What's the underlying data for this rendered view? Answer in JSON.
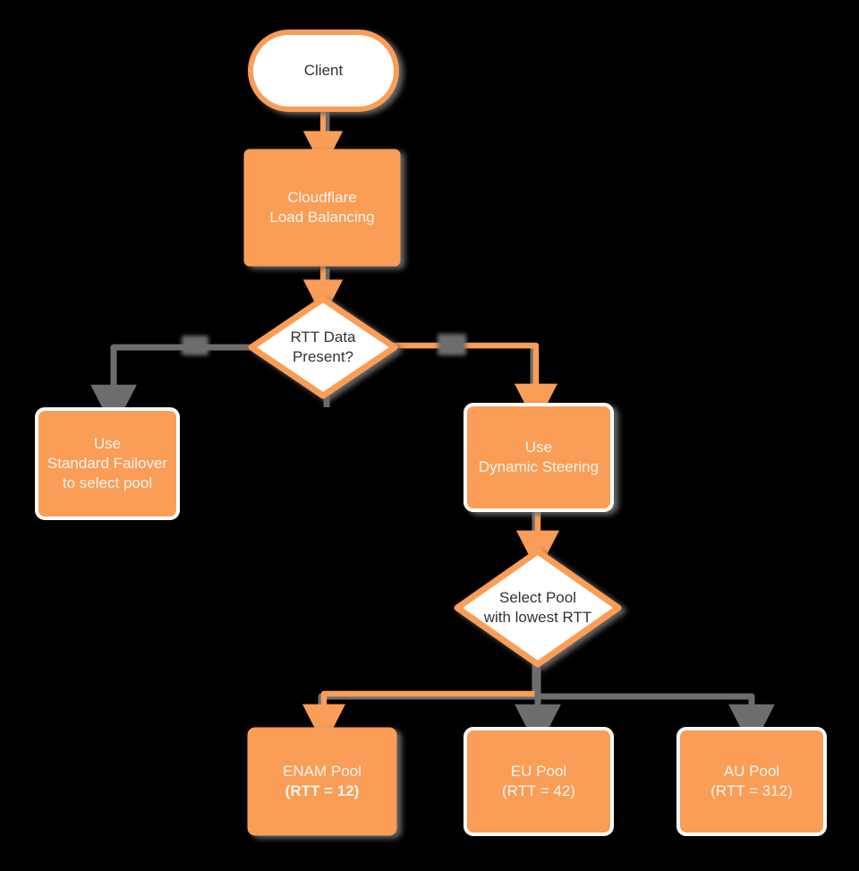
{
  "diagram": {
    "title": "Cloudflare Load Balancing RTT decision flow",
    "type": "flowchart",
    "background_color": "#000000",
    "accent_color": "#fa9d57",
    "inactive_color": "#6d6d6d",
    "node_text_light": "#fdf5ef",
    "node_text_dark": "#333333"
  },
  "nodes": {
    "client": {
      "label": "Client",
      "shape": "stadium",
      "fill": "#ffffff",
      "stroke": "#fa9d57"
    },
    "lb": {
      "line1": "Cloudflare",
      "line2": "Load Balancing",
      "shape": "rect",
      "fill": "#fa9d57",
      "stroke": "#fa9d57"
    },
    "rtt_decision": {
      "line1": "RTT Data",
      "line2": "Present?",
      "shape": "diamond",
      "fill": "#ffffff",
      "stroke": "#fa9d57"
    },
    "standard_failover": {
      "line1": "Use",
      "line2": "Standard Failover",
      "line3": "to select pool",
      "shape": "rect",
      "fill": "#fa9d57",
      "stroke": "#fa9d57"
    },
    "dynamic_steering": {
      "line1": "Use",
      "line2": "Dynamic Steering",
      "shape": "rect",
      "fill": "#fa9d57",
      "stroke": "#fa9d57"
    },
    "select_pool": {
      "line1": "Select Pool",
      "line2": "with lowest RTT",
      "shape": "diamond",
      "fill": "#ffffff",
      "stroke": "#fa9d57"
    },
    "enam_pool": {
      "line1": "ENAM Pool",
      "line2": "(RTT = 12)",
      "shape": "rect",
      "fill": "#fa9d57",
      "stroke": "#fa9d57",
      "emphasis": "bold"
    },
    "eu_pool": {
      "line1": "EU Pool",
      "line2": "(RTT = 42)",
      "shape": "rect",
      "fill": "#fa9d57",
      "stroke": "#fa9d57",
      "emphasis": "normal"
    },
    "au_pool": {
      "line1": "AU Pool",
      "line2": "(RTT = 312)",
      "shape": "rect",
      "fill": "#fa9d57",
      "stroke": "#fa9d57",
      "emphasis": "normal"
    }
  },
  "edges": [
    {
      "id": "client-to-lb",
      "from": "client",
      "to": "lb",
      "state": "active",
      "label": ""
    },
    {
      "id": "lb-to-decision",
      "from": "lb",
      "to": "rtt_decision",
      "state": "active",
      "label": ""
    },
    {
      "id": "decision-to-failover",
      "from": "rtt_decision",
      "to": "standard_failover",
      "state": "inactive",
      "label": ""
    },
    {
      "id": "decision-to-steering",
      "from": "rtt_decision",
      "to": "dynamic_steering",
      "state": "active",
      "label": ""
    },
    {
      "id": "steering-to-selectpool",
      "from": "dynamic_steering",
      "to": "select_pool",
      "state": "active",
      "label": ""
    },
    {
      "id": "selectpool-to-enam",
      "from": "select_pool",
      "to": "enam_pool",
      "state": "active",
      "label": ""
    },
    {
      "id": "selectpool-to-eu",
      "from": "select_pool",
      "to": "eu_pool",
      "state": "inactive",
      "label": ""
    },
    {
      "id": "selectpool-to-au",
      "from": "select_pool",
      "to": "au_pool",
      "state": "inactive",
      "label": ""
    }
  ]
}
